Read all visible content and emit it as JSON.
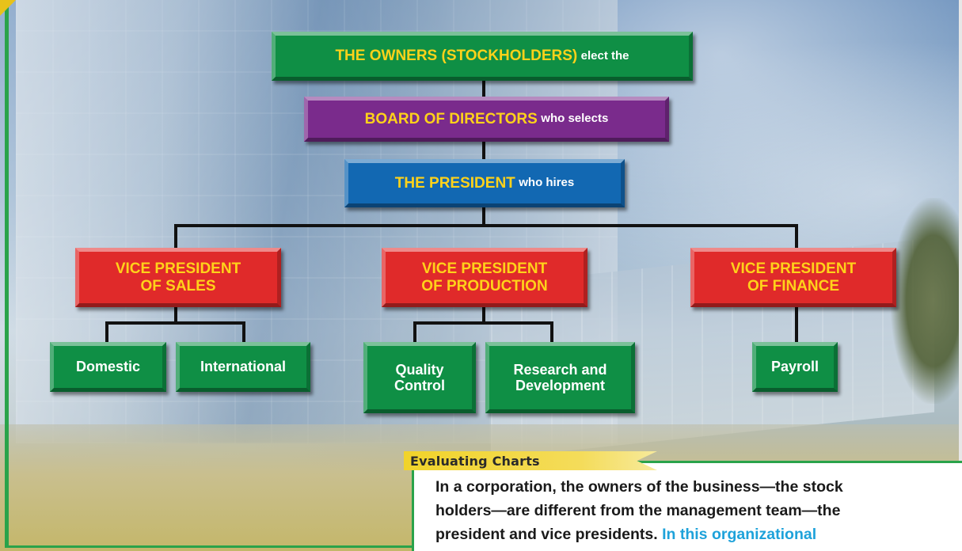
{
  "org_chart": {
    "owners": {
      "lead": "THE OWNERS (STOCKHOLDERS)",
      "rest": "elect the"
    },
    "board": {
      "lead": "BOARD OF DIRECTORS",
      "rest": "who selects"
    },
    "president": {
      "lead": "THE PRESIDENT",
      "rest": "who hires"
    },
    "vp_sales": {
      "line1": "VICE PRESIDENT",
      "line2": "OF SALES"
    },
    "vp_production": {
      "line1": "VICE PRESIDENT",
      "line2": "OF PRODUCTION"
    },
    "vp_finance": {
      "line1": "VICE PRESIDENT",
      "line2": "OF FINANCE"
    },
    "departments": {
      "domestic": "Domestic",
      "international": "International",
      "quality_control": {
        "line1": "Quality",
        "line2": "Control"
      },
      "research_development": {
        "line1": "Research and",
        "line2": "Development"
      },
      "payroll": "Payroll"
    }
  },
  "evaluating_charts": {
    "heading": "Evaluating Charts",
    "line1": "In a corporation, the owners of the business—the stock",
    "line2": "holders—are different from the management team—the",
    "line3_plain": "president and vice presidents.",
    "line3_accent": "In this organizational"
  },
  "colors": {
    "owners_box": "#0f8f45",
    "board_box": "#7a2b8c",
    "president_box": "#1268b2",
    "vp_box": "#e02a2a",
    "department_box": "#0f8f45",
    "highlight_text": "#ffd21a",
    "accent_text": "#1ea2da"
  }
}
